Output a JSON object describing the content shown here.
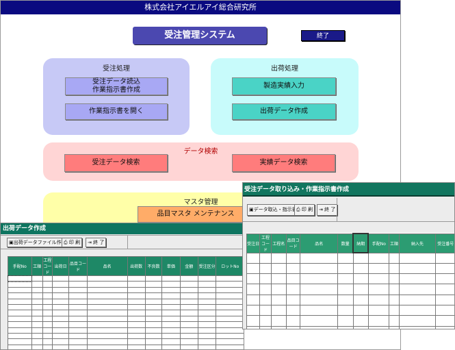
{
  "main": {
    "window_title": "株式会社アイエルアイ総合研究所",
    "system_title": "受注管理システム",
    "exit_label": "終了",
    "order_panel": {
      "title": "受注処理",
      "btn_import": "受注データ読込\n作業指示書作成",
      "btn_open": "作業指示書を開く"
    },
    "ship_panel": {
      "title": "出荷処理",
      "btn_results": "製造実績入力",
      "btn_shipdata": "出荷データ作成"
    },
    "search_panel": {
      "title": "データ検索",
      "btn_order_search": "受注データ検索",
      "btn_result_search": "実績データ検索"
    },
    "master_panel": {
      "title": "マスタ管理",
      "btn_item_master": "品目マスタ メンテナンス"
    }
  },
  "ship_window": {
    "title": "出荷データ作成",
    "btn_create": "出荷データファイル作成",
    "btn_print": "印 刷",
    "btn_exit": "終 了",
    "columns": [
      "手配No",
      "工順",
      "工程コード",
      "出荷日",
      "品目コード",
      "品名",
      "出荷数",
      "不良数",
      "単価",
      "金額",
      "受注区分",
      "ロットNo"
    ]
  },
  "order_window": {
    "title": "受注データ取り込み・作業指示書作成",
    "btn_create": "データ取込・指示書作成",
    "btn_print": "印 刷",
    "btn_exit": "終 了",
    "columns": [
      "受注日",
      "工程コード",
      "工程名",
      "品目コード",
      "品名",
      "数量",
      "納期",
      "手配No",
      "工順",
      "納入先",
      "受注番号"
    ]
  },
  "colors": {
    "main_title_bar": "#0a0a80",
    "order_panel": "#c7c9f6",
    "ship_panel": "#c8fbfb",
    "search_panel": "#ffd5d5",
    "master_panel": "#ffffa8",
    "grid_header": "#1e8866"
  }
}
